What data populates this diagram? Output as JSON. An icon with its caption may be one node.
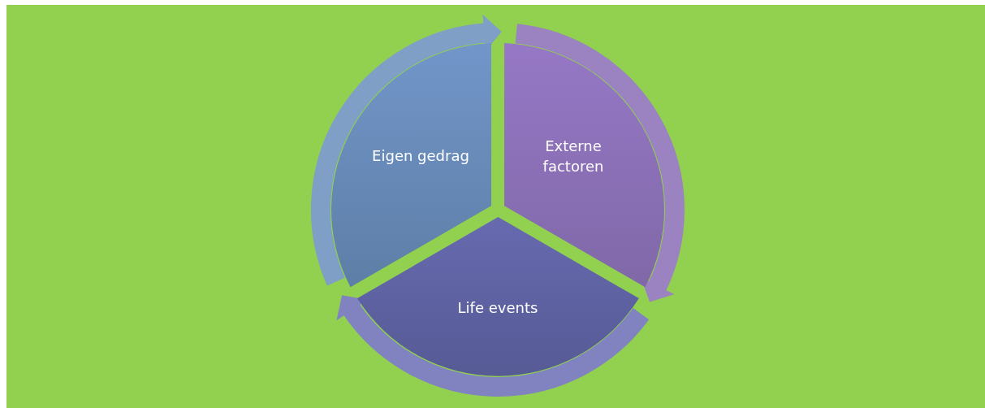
{
  "diagram": {
    "nodes": [
      {
        "text": [
          "Eigen gedrag"
        ]
      },
      {
        "text": [
          "Externe factoren"
        ]
      },
      {
        "text": [
          "Life events"
        ]
      }
    ],
    "edges": [
      {
        "from": 0,
        "to": 1,
        "arrow": "to",
        "color": "#7f9fc6"
      },
      {
        "from": 1,
        "to": 2,
        "arrow": "to",
        "color": "#9b82c0"
      },
      {
        "from": 2,
        "to": 0,
        "arrow": "to",
        "color": "#8183c1"
      }
    ]
  }
}
